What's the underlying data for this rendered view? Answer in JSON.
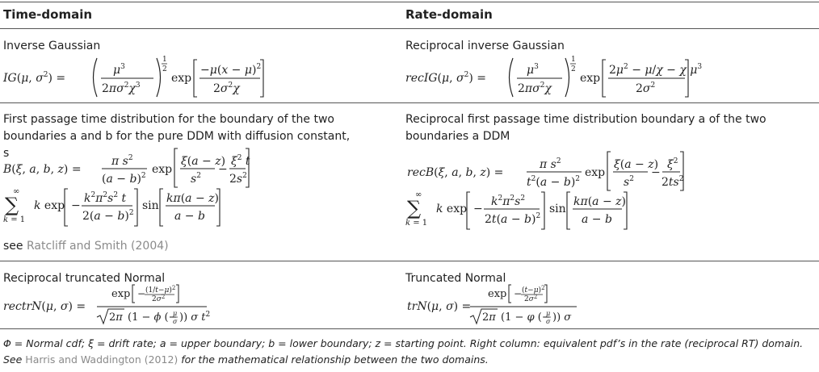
{
  "table": {
    "headers": {
      "time": "Time-domain",
      "rate": "Rate-domain"
    },
    "rows": [
      {
        "time_desc": "Inverse Gaussian",
        "rate_desc": "Reciprocal inverse Gaussian",
        "time_formula": "IG(μ, σ²) = (μ³ / (2πσ²χ³))^(1/2) exp[ −μ(x − μ)² / (2σ²χ) ]",
        "rate_formula": "recIG(μ, σ²) = (μ³ / (2πσ²χ))^(1/2) exp[ (2μ² − μ/χ − χμ³) / (2σ²) ]"
      },
      {
        "time_desc": "First passage time distribution for the boundary of the two boundaries a and b for the pure DDM with diffusion constant, s",
        "rate_desc": "Reciprocal first passage time distribution boundary a of the two boundaries a DDM",
        "time_formula": "B(ξ, a, b, z) = πs²/(a − b)² exp[ ξ(a − z)/s² − ξ²t/(2s²) ] Σ_{k=1}^{∞} k exp[ −k²π²s²t/(2(a − b)²) ] sin[ kπ(a − z)/(a − b) ]",
        "rate_formula": "recB(ξ, a, b, z) = πs²/(t²(a − b)²) exp[ ξ(a − z)/s² − ξ²/(2ts²) ] Σ_{k=1}^{∞} k exp[ −k²π²s²/(2t(a − b)²) ] sin[ kπ(a − z)/(a − b) ]",
        "time_see_prefix": "see ",
        "time_see_link": "Ratcliff and Smith (2004)"
      },
      {
        "time_desc": "Reciprocal truncated Normal",
        "rate_desc": "Truncated Normal",
        "time_formula": "rectrN(μ, σ) = exp[ −(1/t−μ)²/(2σ²) ] / ( √(2π) (1 − ϕ(−μ/σ)) σ t² )",
        "rate_formula": "trN(μ, σ) = exp[ −(t−μ)²/(2σ²) ] / ( √(2π) (1 − φ(−μ/σ)) σ )"
      }
    ],
    "footnote": {
      "text": "Φ = Normal cdf; ξ = drift rate; a = upper boundary; b = lower boundary; z = starting point. Right column: equivalent pdf’s in the rate (reciprocal RT) domain. See ",
      "link": "Harris and Waddington (2012)",
      "tail": " for the mathematical relationship between the two domains."
    }
  }
}
